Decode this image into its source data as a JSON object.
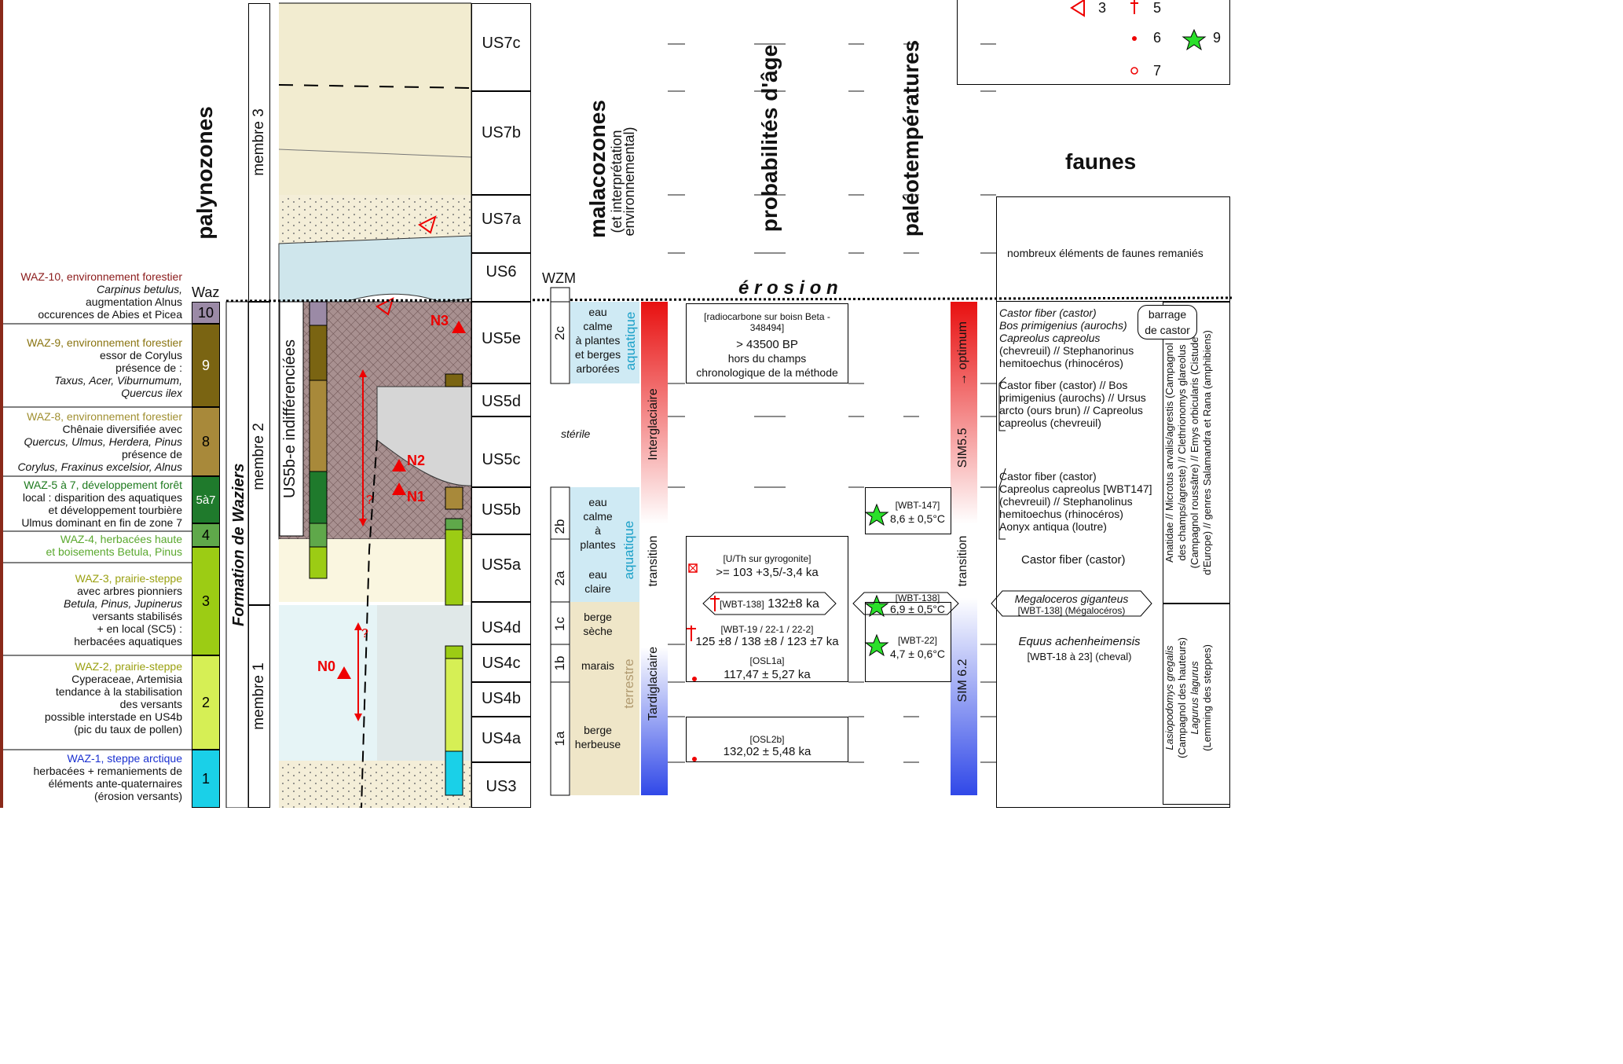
{
  "headers": {
    "palynozones": "palynozones",
    "waz": "Waz",
    "membre3": "membre 3",
    "membre2": "membre 2",
    "membre1": "membre 1",
    "formation": "Formation de Waziers",
    "us5be": "US5b-e indifférenciées",
    "malacozones": "malacozones",
    "malaco_sub1": "(et interprétation",
    "malaco_sub2": "environnemental)",
    "wzm": "WZM",
    "probabilites": "probabilités d'âge",
    "paleo": "paléotempératures",
    "faunes": "faunes",
    "erosion": "é r o s i o n"
  },
  "legend": {
    "items": [
      {
        "num": "3",
        "symbol": "open-triangle-red"
      },
      {
        "num": "5",
        "symbol": "tick-red"
      },
      {
        "num": "6",
        "symbol": "dot-red"
      },
      {
        "num": "9",
        "symbol": "star-green"
      },
      {
        "num": "7",
        "symbol": "open-circle-red"
      }
    ]
  },
  "palynozones": [
    {
      "code": "10",
      "title": "WAZ-10, environnement forestier",
      "lines": [
        "Carpinus betulus,",
        "augmentation Alnus",
        "occurences de Abies et Picea"
      ],
      "title_color": "#8b1a1a",
      "fill": "#9b8aa6"
    },
    {
      "code": "9",
      "title": "WAZ-9, environnement forestier",
      "lines": [
        "essor de Corylus",
        "présence de :",
        "Taxus, Acer, Viburnumum,",
        "Quercus ilex"
      ],
      "title_color": "#8a7410",
      "fill": "#7a6412"
    },
    {
      "code": "8",
      "title": "WAZ-8, environnement forestier",
      "lines": [
        "Chênaie diversifiée avec",
        "Quercus, Ulmus, Herdera, Pinus",
        "présence de",
        "Corylus, Fraxinus excelsior, Alnus"
      ],
      "title_color": "#a08f30",
      "fill": "#a8893a"
    },
    {
      "code": "5à7",
      "title": "WAZ-5 à 7, développement forêt",
      "lines": [
        "local : disparition des aquatiques",
        "et développement tourbière",
        "Ulmus dominant en fin de zone 7"
      ],
      "title_color": "#1e7a1e",
      "fill": "#1f7a2c"
    },
    {
      "code": "4",
      "title": "WAZ-4, herbacées haute",
      "lines": [
        "et boisements Betula, Pinus"
      ],
      "title_color": "#5aa82e",
      "fill": "#5fa84a"
    },
    {
      "code": "3",
      "title": "WAZ-3, prairie-steppe",
      "lines": [
        "avec arbres pionniers",
        "Betula, Pinus, Jupinerus",
        "versants stabilisés",
        "+ en local (SC5) :",
        "herbacées aquatiques"
      ],
      "title_color": "#9aa010",
      "fill": "#9ccc14"
    },
    {
      "code": "2",
      "title": "WAZ-2, prairie-steppe",
      "lines": [
        "Cyperaceae, Artemisia",
        "tendance à la stabilisation",
        "des versants",
        "possible interstade en US4b",
        "(pic du taux de pollen)"
      ],
      "title_color": "#9aa010",
      "fill": "#d6ef55"
    },
    {
      "code": "1",
      "title": "WAZ-1, steppe arctique",
      "lines": [
        "herbacées + remaniements de",
        "éléments ante-quaternaires",
        "(érosion versants)"
      ],
      "title_color": "#1a30d0",
      "fill": "#1ad0e8"
    }
  ],
  "us_units": [
    "US7c",
    "US7b",
    "US7a",
    "US6",
    "US5e",
    "US5d",
    "US5c",
    "US5b",
    "US5a",
    "US4d",
    "US4c",
    "US4b",
    "US4a",
    "US3"
  ],
  "section_marks": {
    "n0": "N0",
    "n1": "N1",
    "n2": "N2",
    "n3": "N3",
    "q1": "?",
    "q2": "?"
  },
  "malacozones": [
    {
      "code": "2c",
      "text": [
        "eau",
        "calme",
        "à plantes",
        "et berges",
        "arborées"
      ],
      "env": "aquatique"
    },
    {
      "code": "",
      "text": [
        "stérile"
      ],
      "env": ""
    },
    {
      "code": "2b",
      "text": [
        "eau",
        "calme",
        "à",
        "plantes"
      ],
      "env": "aquatique"
    },
    {
      "code": "2a",
      "text": [
        "eau",
        "claire"
      ],
      "env": ""
    },
    {
      "code": "1c",
      "text": [
        "berge",
        "sèche"
      ],
      "env": "terrestre"
    },
    {
      "code": "1b",
      "text": [
        "marais"
      ],
      "env": ""
    },
    {
      "code": "1a",
      "text": [
        "berge",
        "herbeuse"
      ],
      "env": ""
    }
  ],
  "climate": {
    "interglaciaire": "Interglaciaire",
    "transition": "transition",
    "tardiglaciaire": "Tardiglaciaire"
  },
  "ages": {
    "radio_title": "[radiocarbone sur boisn Beta - 348494]",
    "radio_value": "> 43500 BP",
    "radio_note1": "hors du champs",
    "radio_note2": "chronologique de la méthode",
    "uth_title": "[U/Th sur gyrogonite]",
    "uth_value": ">= 103 +3,5/-3,4 ka",
    "wbt138_tag": "[WBT-138]",
    "wbt138_value": "132±8 ka",
    "wbt19_tag": "[WBT-19 / 22-1 / 22-2]",
    "wbt19_value": "125 ±8 / 138 ±8 / 123 ±7 ka",
    "osl1a_tag": "[OSL1a]",
    "osl1a_value": "117,47 ± 5,27 ka",
    "osl2b_tag": "[OSL2b]",
    "osl2b_value": "132,02 ± 5,48 ka"
  },
  "paleotemps": [
    {
      "tag": "[WBT-147]",
      "value": "8,6 ± 0,5°C"
    },
    {
      "tag": "[WBT-138]",
      "value": "6,9 ± 0,5°C"
    },
    {
      "tag": "[WBT-22]",
      "value": "4,7 ± 0,6°C"
    }
  ],
  "sim": {
    "sim55": "SIM5.5",
    "optimum": "optimum",
    "transition": "transition",
    "sim62": "SIM 6.2"
  },
  "faunes": {
    "remanies": "nombreux éléments de  faunes remaniés",
    "barrage1": "barrage",
    "barrage2": "de castor",
    "us5e": [
      "Castor fiber (castor)",
      "Bos primigenius (aurochs)",
      "Capreolus capreolus",
      "(chevreuil) // Stephanorinus",
      "hemitoechus (rhinocéros)"
    ],
    "us5d": [
      "Castor fiber (castor) // Bos",
      "primigenius (aurochs) // Ursus",
      "arcto (ours brun) // Capreolus",
      "capreolus (chevreuil)"
    ],
    "us5b": [
      "Castor fiber (castor)",
      "Capreolus capreolus [WBT147]",
      "(chevreuil) // Stephanolinus",
      "hemitoechus (rhinocéros)",
      "Aonyx antiqua (loutre)"
    ],
    "us5a": "Castor fiber (castor)",
    "mega1": "Megaloceros giganteus",
    "mega2": "[WBT-138] (Mégalocéros)",
    "equus1": "Equus achenheimensis",
    "equus2": "[WBT-18 à 23] (cheval)",
    "side1": "Anatidae // Microtus arvalis/agrestis (Campagnol",
    "side2": "des champs/agreste) // Clethrionomys glareolus",
    "side3": "(Campagnol roussâtre) // Emys orbicularis (Cistude",
    "side4": "d'Europe) // genres Salamandra et Rana (amphibiens)",
    "side5": "Lasiopodomys gregalis",
    "side6": "(Campagnol des hauteurs)",
    "side7": "Lagurus lagurus",
    "side8": "(Lemming des steppes)"
  }
}
